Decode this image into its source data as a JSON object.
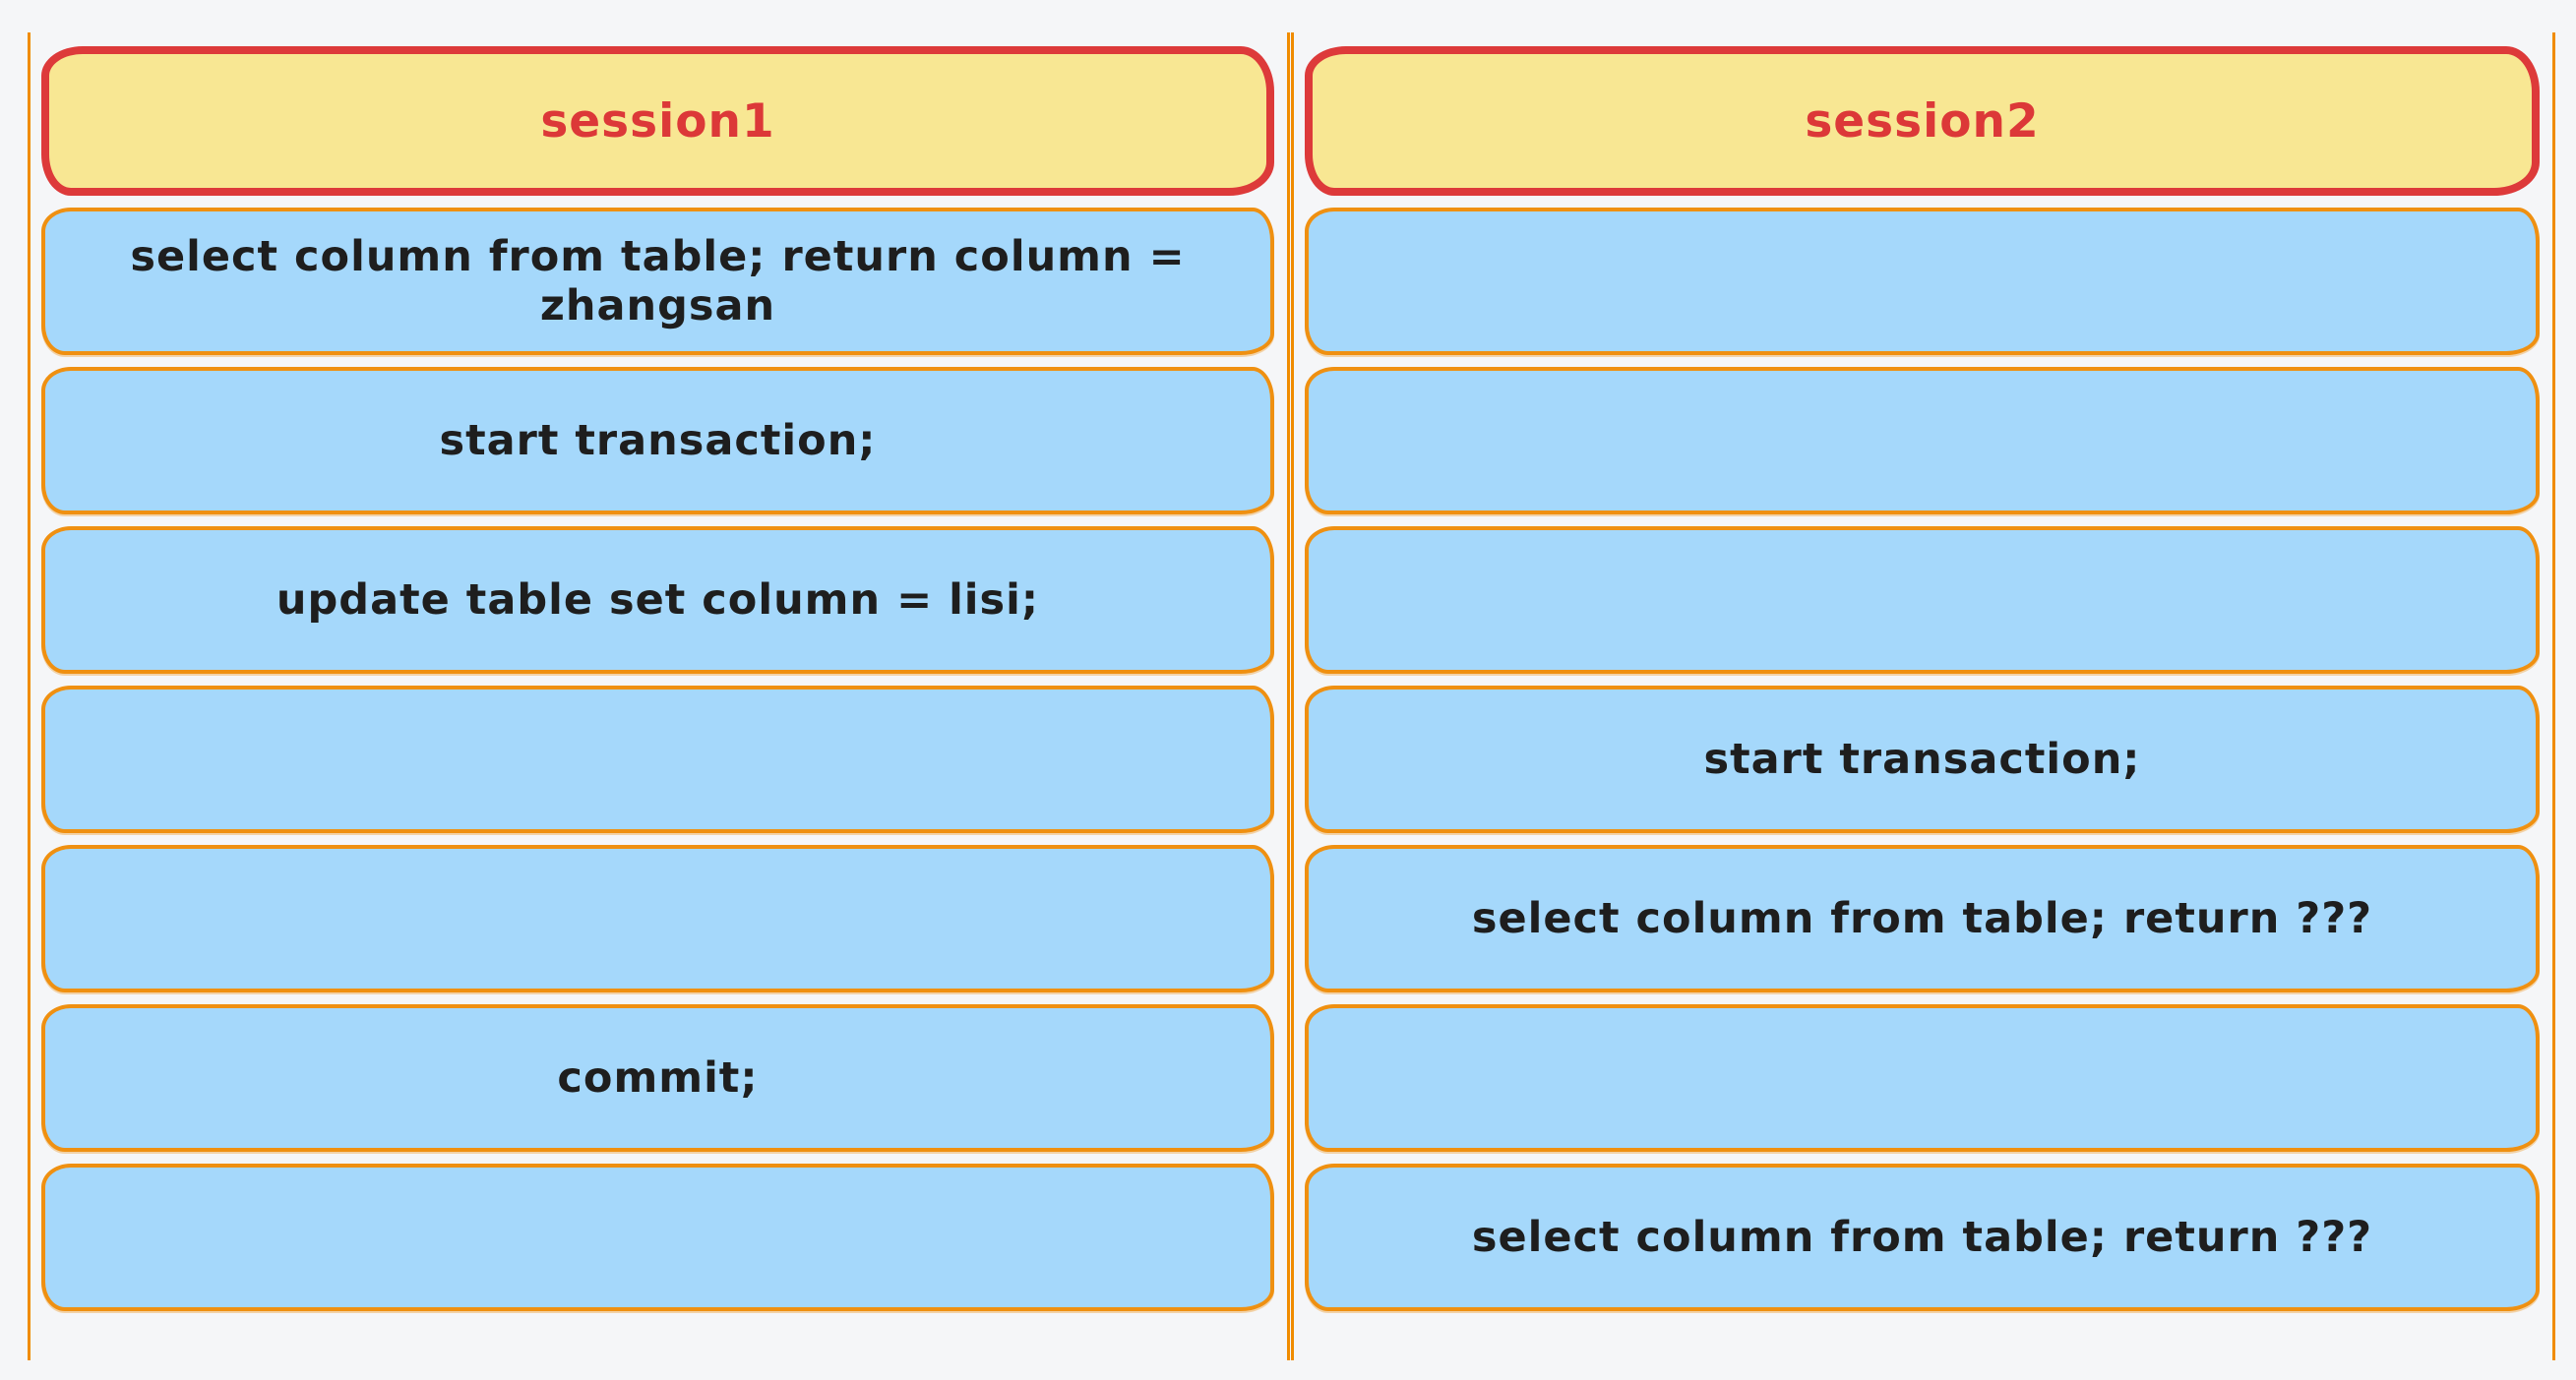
{
  "diagram": {
    "title": "transaction isolation swimlane",
    "colors": {
      "page_background": "#f5f6f8",
      "lane_line": "#f08c00",
      "header_fill": "#f8e793",
      "header_border": "#dd3a3a",
      "header_text": "#dc3838",
      "box_fill": "#a5d8fb",
      "box_border": "#ef9011",
      "box_text": "#1e1e1e"
    },
    "lanes": [
      {
        "header": "session1",
        "rows": [
          "select column from table; return column = zhangsan",
          "start transaction;",
          "update table set column = lisi;",
          "",
          "",
          "commit;",
          ""
        ]
      },
      {
        "header": "session2",
        "rows": [
          "",
          "",
          "",
          "start transaction;",
          "select column from table; return ???",
          "",
          "select column from table; return ???"
        ]
      }
    ]
  }
}
